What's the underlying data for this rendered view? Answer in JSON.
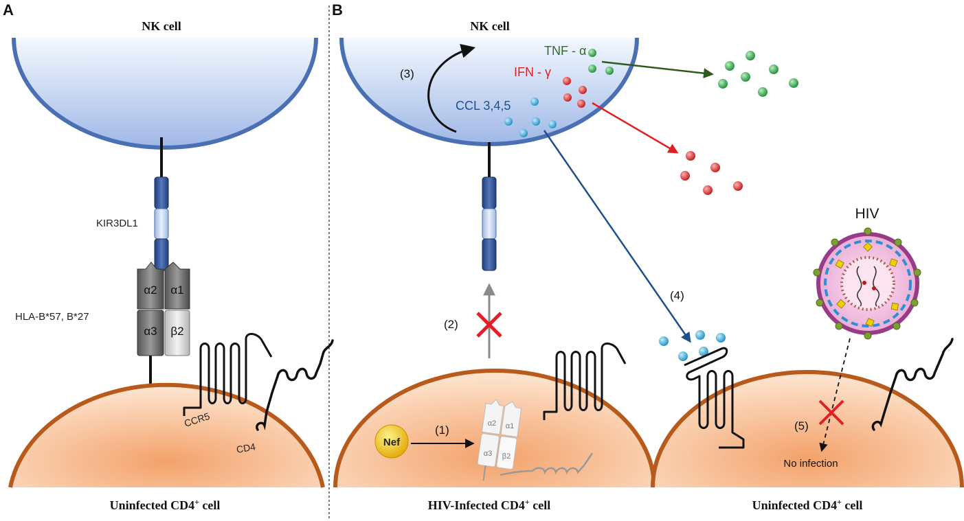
{
  "panels": {
    "a": {
      "letter": "A",
      "nk_title": "NK cell",
      "bottom_label": "Uninfected  CD4",
      "bottom_sup": "+",
      "bottom_suffix": " cell"
    },
    "b": {
      "letter": "B",
      "nk_title": "NK cell"
    }
  },
  "receptor_labels": {
    "kir": "KIR3DL1",
    "hla": "HLA-B*57, B*27",
    "alpha2": "α2",
    "alpha1": "α1",
    "alpha3": "α3",
    "beta2": "β2",
    "ccr5": "CCR5",
    "cd4": "CD4"
  },
  "mediators": {
    "tnf": "TNF - α",
    "ifn": "IFN - γ",
    "ccl": "CCL 3,4,5"
  },
  "steps": {
    "s1": "(1)",
    "s2": "(2)",
    "s3": "(3)",
    "s4": "(4)",
    "s5": "(5)"
  },
  "infected_cell": {
    "nef": "Nef",
    "label": "HIV-Infected  CD4",
    "sup": "+",
    "suffix": " cell"
  },
  "uninfected_cell_b": {
    "label": "Uninfected  CD4",
    "sup": "+",
    "suffix": " cell",
    "no_infection": "No infection"
  },
  "virus": {
    "label": "HIV"
  },
  "colors": {
    "nk_membrane": "#4a6fb3",
    "cd4_membrane": "#b85a1c",
    "tnf_green": "#2e8b3a",
    "ifn_red": "#e02020",
    "ccl_blue": "#1f4e8c",
    "block_x": "#e41e26"
  }
}
